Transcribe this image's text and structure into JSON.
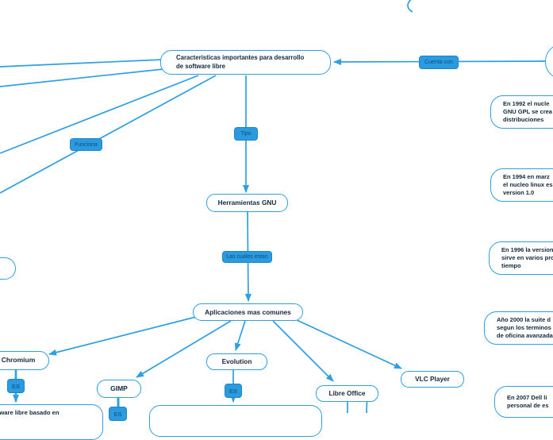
{
  "nodes": {
    "main": {
      "lines": [
        "Caracteristicas importantes para desarrollo",
        "de software libre"
      ]
    },
    "herramientas_gnu": {
      "label": "Herramientas GNU"
    },
    "aplicaciones": {
      "label": "Aplicaciones mas comunes"
    },
    "chromium": {
      "label": "Chromium"
    },
    "gimp": {
      "label": "GIMP"
    },
    "evolution": {
      "label": "Evolution"
    },
    "libre_office": {
      "label": "Libre Office"
    },
    "vlc_player": {
      "label": "VLC Player"
    },
    "software_libre": {
      "label": "software libre basado en"
    }
  },
  "timeline_nodes": [
    {
      "lines": [
        "En 1992 el nucle",
        "GNU GPL se crea",
        "distribuciones"
      ]
    },
    {
      "lines": [
        "En 1994 en marz",
        "el nucleo linux es",
        "version 1.0"
      ]
    },
    {
      "lines": [
        "En 1996 la version",
        "sirve en varios proc",
        "tiempo"
      ]
    },
    {
      "lines": [
        "Año 2000 la suite d",
        "segun los terminos",
        "de oficina avanzada"
      ]
    },
    {
      "lines": [
        "En 2007 Dell li",
        "personal de es"
      ]
    }
  ],
  "connector_labels": {
    "cuenta_con": "Cuenta con",
    "tipo": "Tipo",
    "funciona": "Funciona",
    "las_cuales_estan": "Las cuales estan",
    "es_chromium": "ES",
    "es_gimp": "ES",
    "es_evolution": "ES"
  },
  "colors": {
    "edge": "#2e9fe2",
    "node_border": "#2e9fe2",
    "node_text": "#12283c",
    "label_bg": "#2b9ade",
    "label_border": "#1f86c6",
    "label_text": "#0d5080"
  }
}
